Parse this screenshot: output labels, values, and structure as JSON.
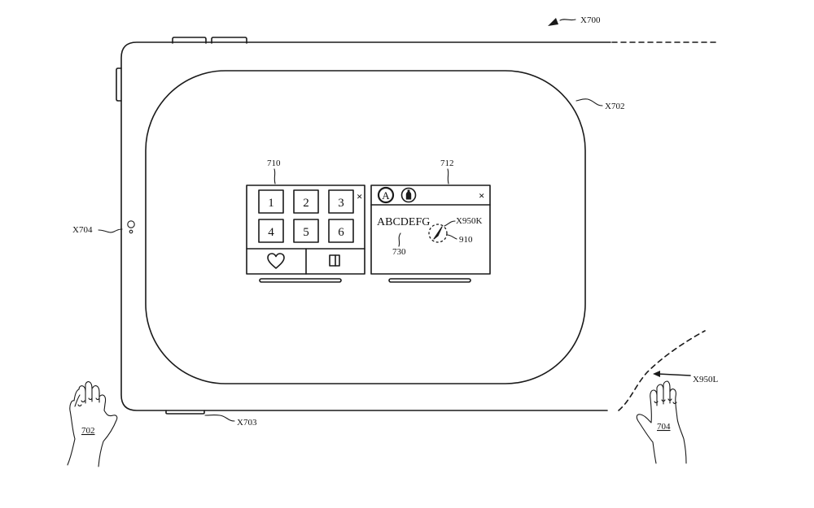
{
  "labels": {
    "device_ref": "X700",
    "display_ref": "X702",
    "button_ref": "X703",
    "sensor_ref": "X704",
    "window_left_ref": "710",
    "window_right_ref": "712",
    "text_field_ref": "730",
    "cursor_ref": "910",
    "cursor_move_ref": "X950K",
    "hand_move_ref": "X950L",
    "left_hand_ref": "702",
    "right_hand_ref": "704"
  },
  "keypad": {
    "keys": [
      "1",
      "2",
      "3",
      "4",
      "5",
      "6"
    ],
    "close_glyph": "×"
  },
  "text_window": {
    "text": "ABCDEFG",
    "close_glyph": "×",
    "icon_letter": "A"
  },
  "icons": {
    "favorite": "heart-icon",
    "window": "window-icon",
    "text_format": "text-format-icon",
    "bottle": "bottle-icon",
    "pointer": "pointer-cursor-icon"
  }
}
